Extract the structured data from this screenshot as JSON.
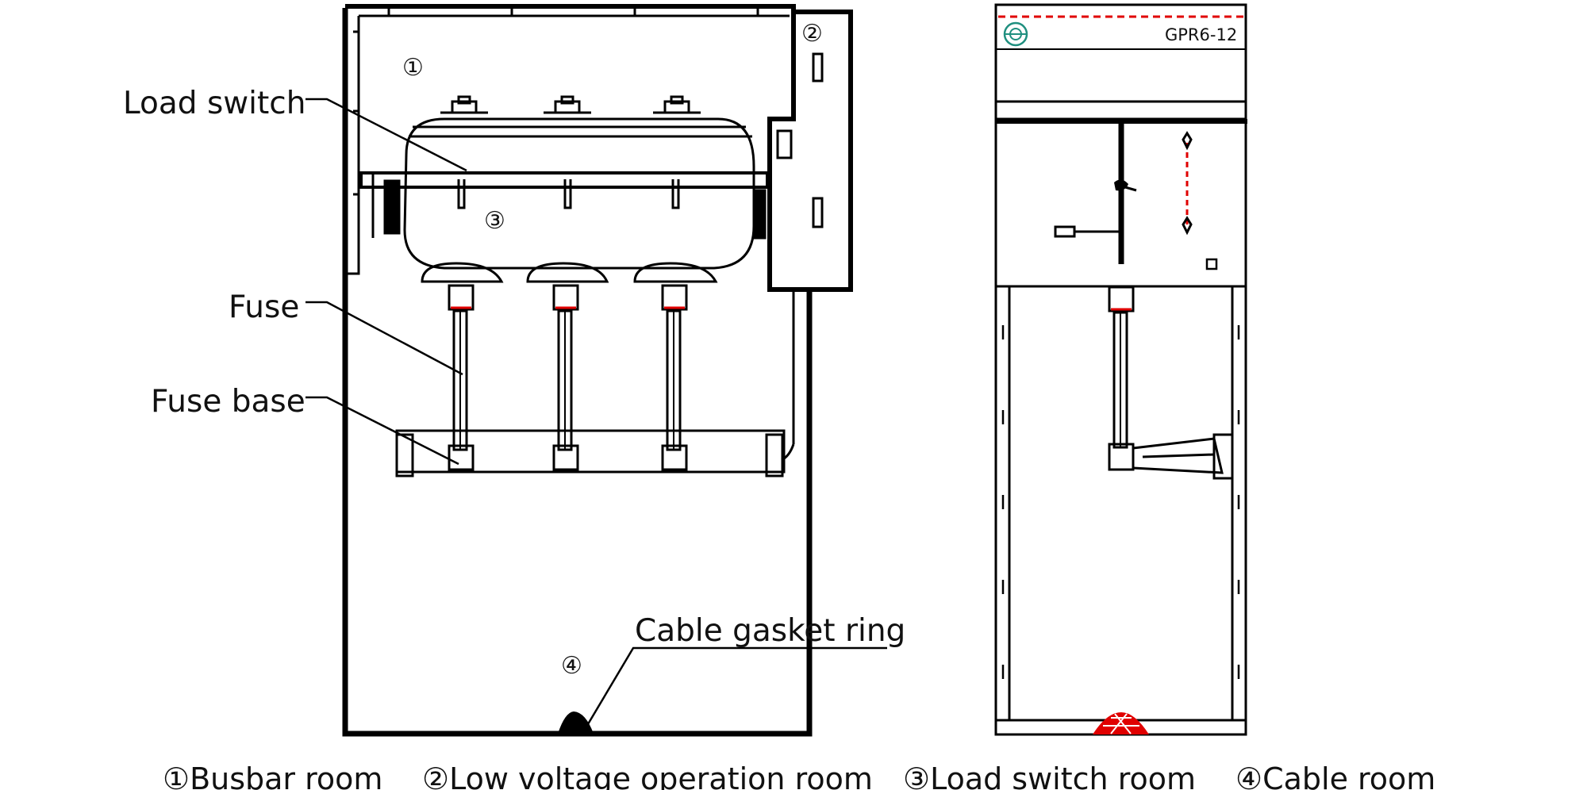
{
  "labels": {
    "load_switch": "Load switch",
    "fuse": "Fuse",
    "fuse_base": "Fuse base",
    "cable_gasket_ring": "Cable gasket ring"
  },
  "markers": {
    "m1": "①",
    "m2": "②",
    "m3": "③",
    "m4": "④"
  },
  "model_badge": "GPR6-12",
  "legend": [
    "①Busbar room",
    "②Low voltage operation room",
    "③Load switch room",
    "④Cable room"
  ],
  "colors": {
    "line": "#000000",
    "accent_red": "#e00000",
    "logo_teal": "#1f8f7f"
  }
}
